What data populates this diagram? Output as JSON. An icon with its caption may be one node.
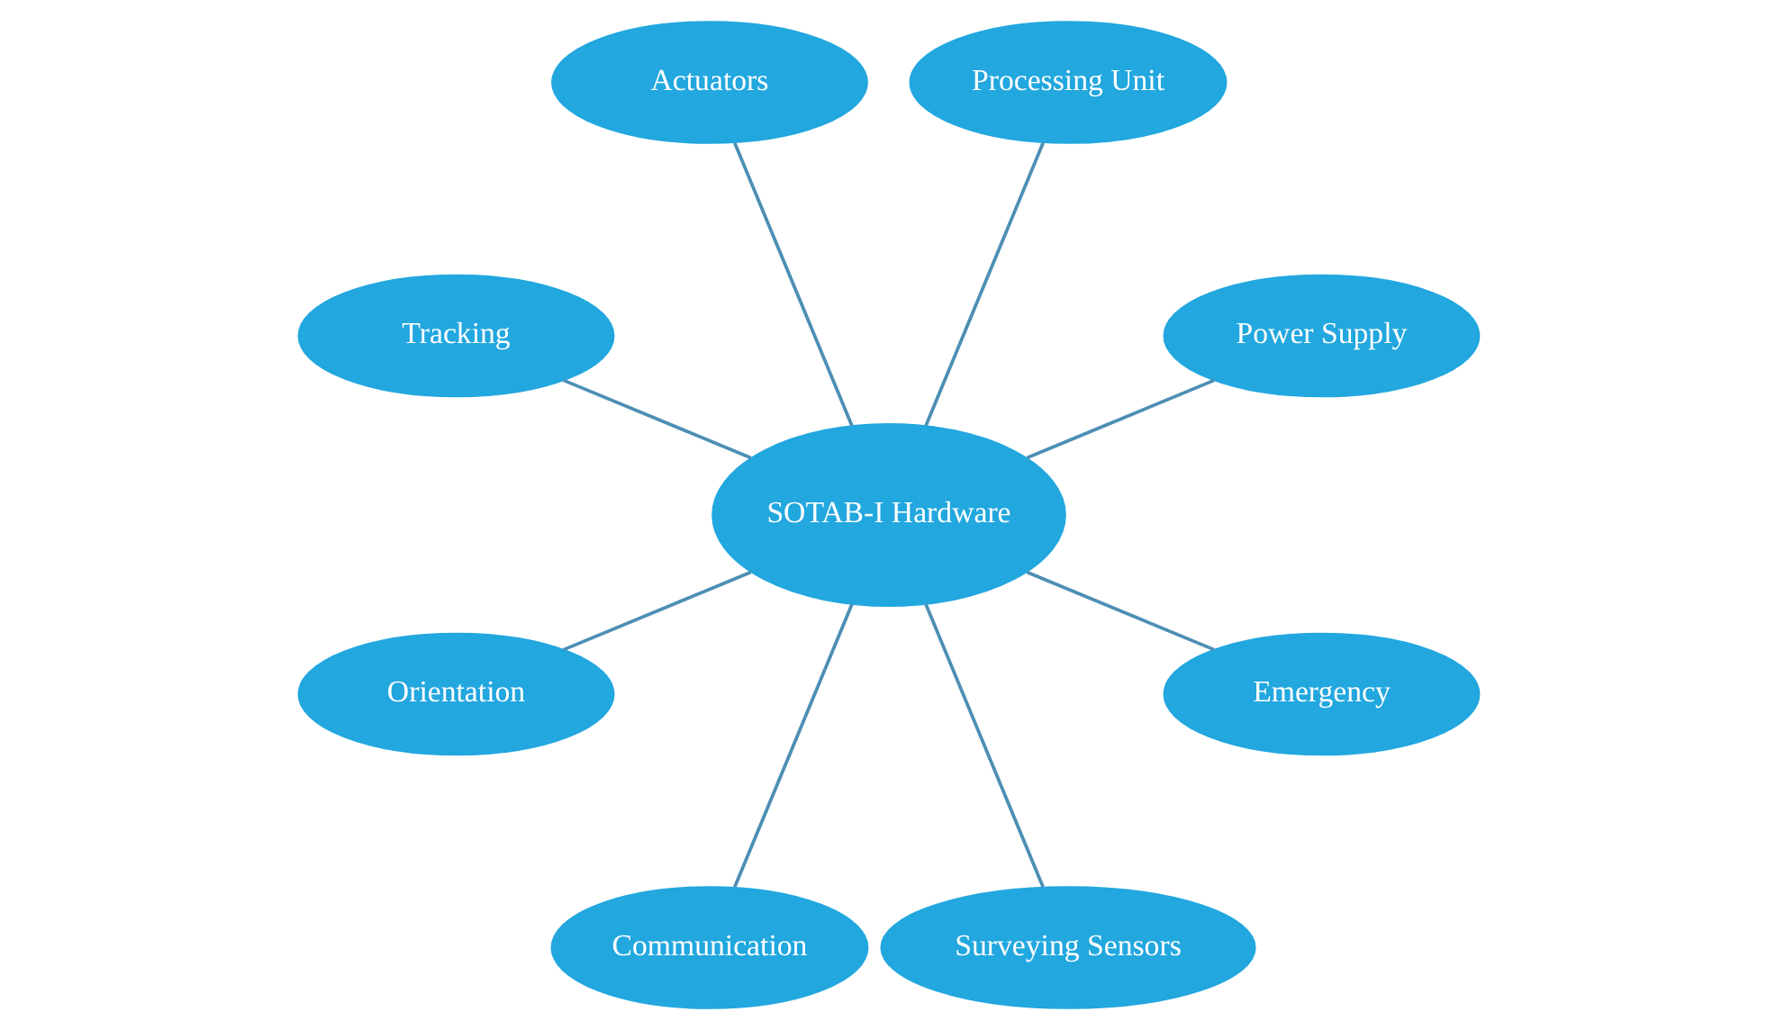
{
  "diagram": {
    "nodes": [
      {
        "text": [
          "SOTAB-I Hardware"
        ]
      },
      {
        "text": [
          "Power Supply"
        ]
      },
      {
        "text": [
          "Processing Unit"
        ]
      },
      {
        "text": [
          "Actuators"
        ]
      },
      {
        "text": [
          "Tracking"
        ]
      },
      {
        "text": [
          "Orientation"
        ]
      },
      {
        "text": [
          "Communication"
        ]
      },
      {
        "text": [
          "Surveying Sensors"
        ]
      },
      {
        "text": [
          "Emergency"
        ]
      }
    ],
    "edges": [
      {
        "from": 0,
        "to": 1,
        "arrow": "none"
      },
      {
        "from": 0,
        "to": 2,
        "arrow": "none"
      },
      {
        "from": 0,
        "to": 3,
        "arrow": "none"
      },
      {
        "from": 0,
        "to": 4,
        "arrow": "none"
      },
      {
        "from": 0,
        "to": 5,
        "arrow": "none"
      },
      {
        "from": 0,
        "to": 6,
        "arrow": "none"
      },
      {
        "from": 0,
        "to": 7,
        "arrow": "none"
      },
      {
        "from": 0,
        "to": 8,
        "arrow": "none"
      }
    ]
  }
}
